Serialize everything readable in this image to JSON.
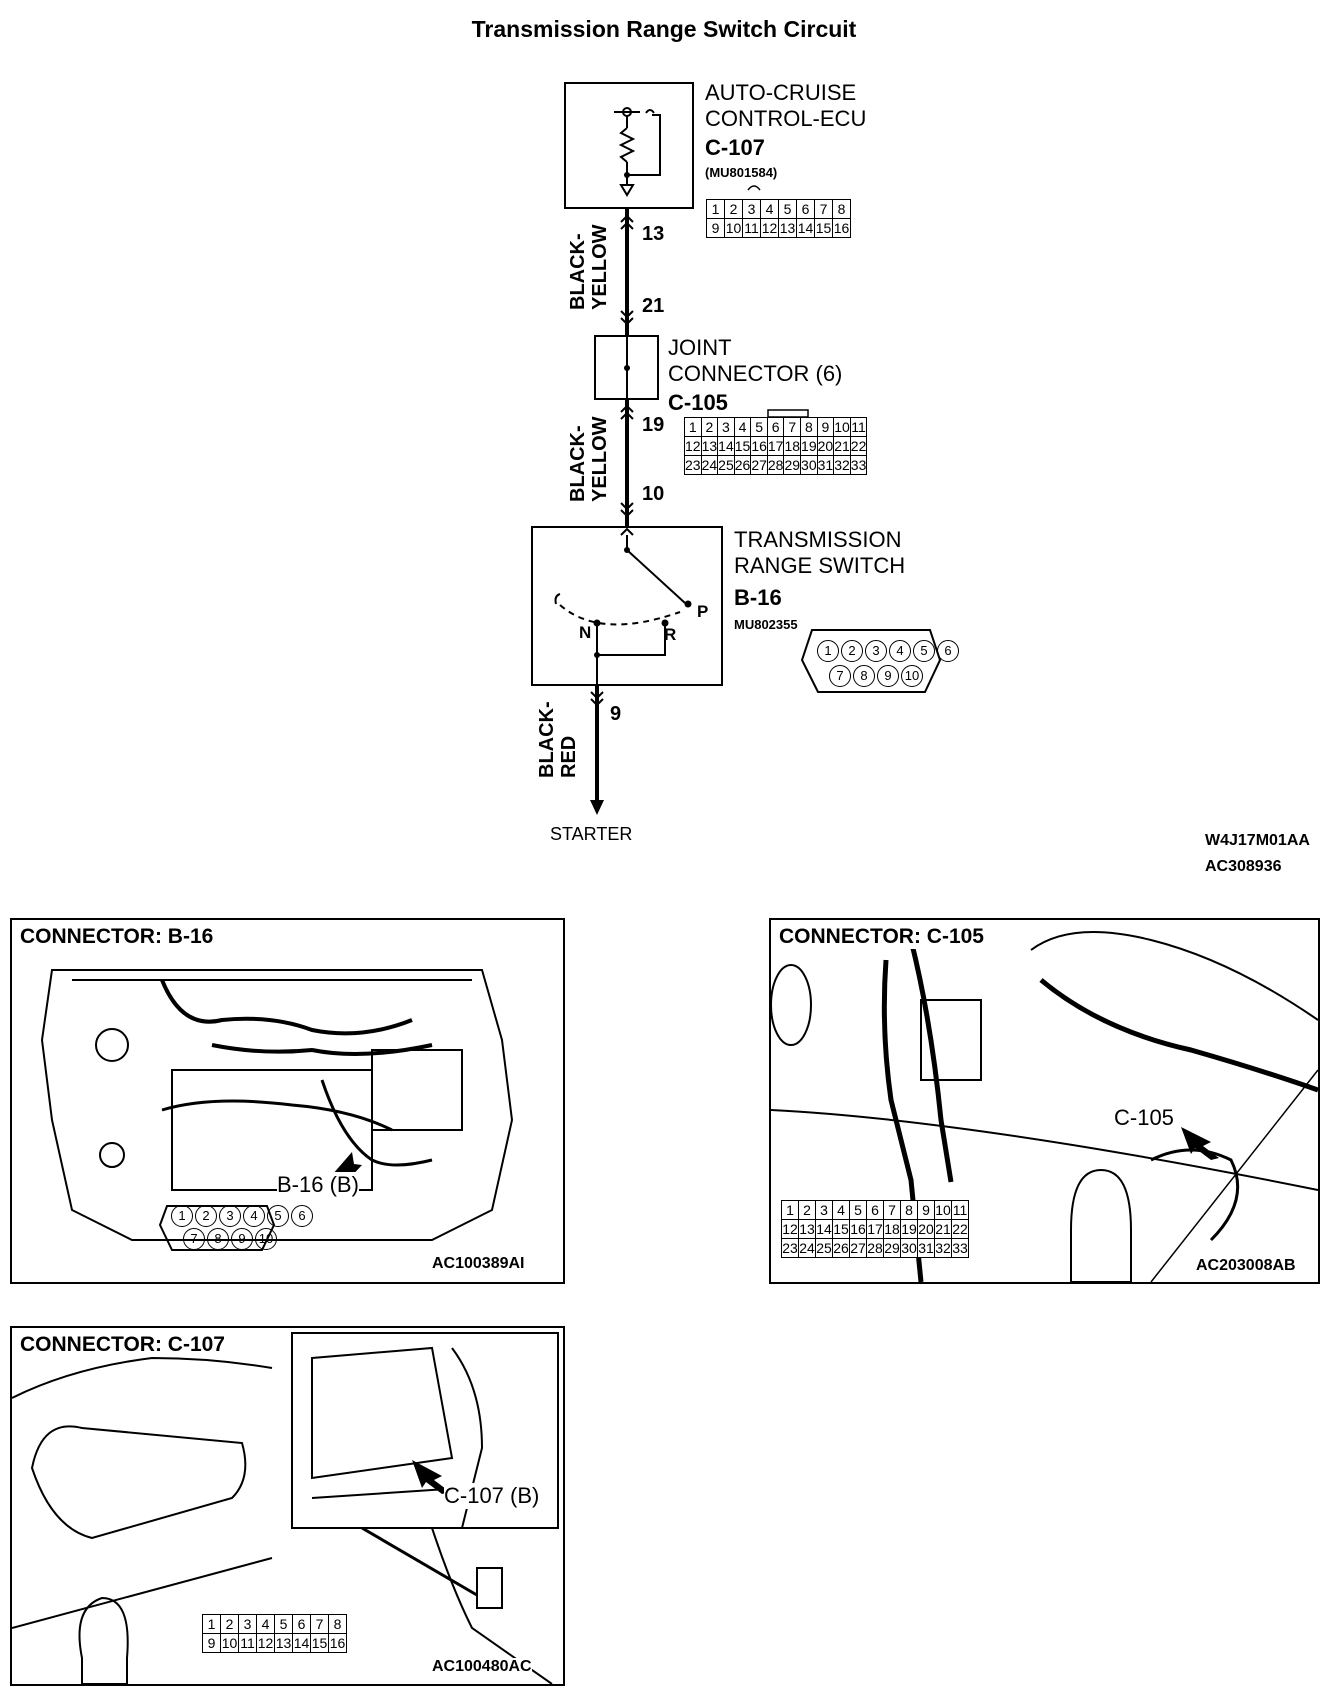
{
  "title": "Transmission Range Switch Circuit",
  "ecu": {
    "name_line1": "AUTO-CRUISE",
    "name_line2": "CONTROL-ECU",
    "code": "C-107",
    "part": "(MU801584)",
    "pins_row1": [
      "1",
      "2",
      "3",
      "4",
      "5",
      "6",
      "7",
      "8"
    ],
    "pins_row2": [
      "9",
      "10",
      "11",
      "12",
      "13",
      "14",
      "15",
      "16"
    ]
  },
  "wire1": {
    "color_line1": "BLACK-",
    "color_line2": "YELLOW",
    "pin_top": "13",
    "pin_bottom": "21"
  },
  "joint": {
    "name_line1": "JOINT",
    "name_line2": "CONNECTOR (6)",
    "code": "C-105",
    "pins_row1": [
      "1",
      "2",
      "3",
      "4",
      "5",
      "6",
      "7",
      "8",
      "9",
      "10",
      "11"
    ],
    "pins_row2": [
      "12",
      "13",
      "14",
      "15",
      "16",
      "17",
      "18",
      "19",
      "20",
      "21",
      "22"
    ],
    "pins_row3": [
      "23",
      "24",
      "25",
      "26",
      "27",
      "28",
      "29",
      "30",
      "31",
      "32",
      "33"
    ]
  },
  "wire2": {
    "color_line1": "BLACK-",
    "color_line2": "YELLOW",
    "pin_top": "19",
    "pin_bottom": "10"
  },
  "switch": {
    "name_line1": "TRANSMISSION",
    "name_line2": "RANGE SWITCH",
    "code": "B-16",
    "part": "MU802355",
    "pos_p": "P",
    "pos_r": "R",
    "pos_n": "N",
    "pins_row1": [
      "1",
      "2",
      "3",
      "4",
      "5",
      "6"
    ],
    "pins_row2": [
      "7",
      "8",
      "9",
      "10"
    ]
  },
  "wire3": {
    "color_line1": "BLACK-",
    "color_line2": "RED",
    "pin": "9"
  },
  "starter": "STARTER",
  "ref1": "W4J17M01AA",
  "ref2": "AC308936",
  "panel_b16": {
    "title": "CONNECTOR: B-16",
    "callout": "B-16 (B)",
    "footer": "AC100389AI"
  },
  "panel_c105": {
    "title": "CONNECTOR: C-105",
    "callout": "C-105",
    "footer": "AC203008AB"
  },
  "panel_c107": {
    "title": "CONNECTOR: C-107",
    "callout": "C-107 (B)",
    "footer": "AC100480AC"
  }
}
